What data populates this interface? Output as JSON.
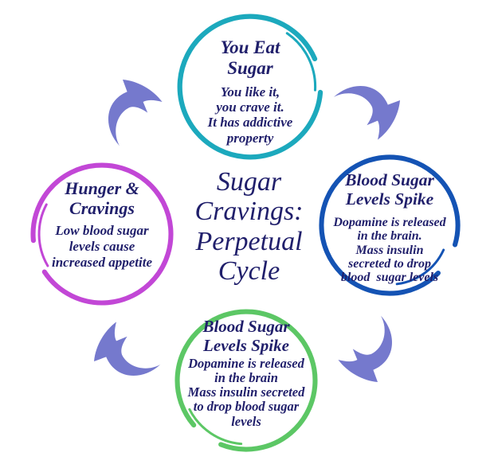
{
  "diagram": {
    "title_lines": [
      "Sugar",
      "Cravings:",
      "Perpetual",
      "Cycle"
    ]
  },
  "nodes": [
    {
      "id": "you-eat-sugar",
      "color": "#1ca9bd",
      "heading_lines": [
        "You Eat",
        "Sugar"
      ],
      "body_lines": [
        "You like it,",
        "you crave it.",
        "It has addictive",
        "property"
      ]
    },
    {
      "id": "blood-sugar-levels-spike-right",
      "color": "#1453b4",
      "heading_lines": [
        "Blood Sugar",
        "Levels Spike"
      ],
      "body_lines": [
        "Dopamine is released",
        "in the brain.",
        "Mass insulin",
        "secreted to drop",
        "blood  sugar levels"
      ]
    },
    {
      "id": "blood-sugar-levels-spike-bottom",
      "color": "#5cc765",
      "heading_lines": [
        "Blood Sugar",
        "Levels Spike"
      ],
      "body_lines": [
        "Dopamine is released",
        "in the brain",
        "Mass insulin secreted",
        "to drop blood sugar",
        "levels"
      ]
    },
    {
      "id": "hunger-and-cravings",
      "color": "#c247d6",
      "heading_lines": [
        "Hunger &",
        "Cravings"
      ],
      "body_lines": [
        "Low blood sugar",
        "levels cause",
        "increased appetite"
      ]
    }
  ],
  "arrows": [
    {
      "id": "top-to-right"
    },
    {
      "id": "right-to-bottom"
    },
    {
      "id": "bottom-to-left"
    },
    {
      "id": "left-to-top"
    }
  ],
  "colors": {
    "ink": "#201f6b",
    "arrow": "#7579cd",
    "background": "#ffffff"
  }
}
